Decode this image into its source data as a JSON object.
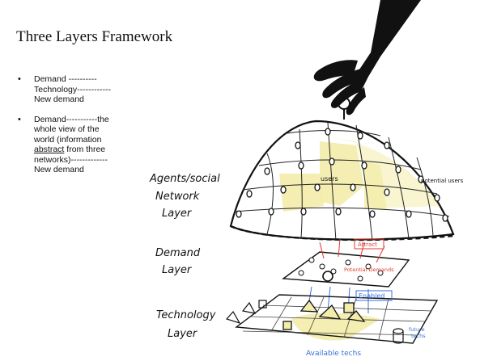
{
  "title": "Three Layers Framework",
  "bullets": [
    {
      "lines": [
        "Demand ----------",
        "Technology------------",
        "New demand"
      ]
    },
    {
      "lines_pre": [
        "Demand-----------the",
        "whole view of the",
        "world (information"
      ],
      "underlined": "abstract",
      "after_underline": " from three",
      "lines_post": [
        "networks)-------------",
        "New demand"
      ]
    }
  ],
  "diagram": {
    "layer_labels": {
      "agents": [
        "Agents/social",
        "Network",
        "Layer"
      ],
      "demand": [
        "Demand",
        "Layer"
      ],
      "technology": [
        "Technology",
        "Layer"
      ]
    },
    "annotations": {
      "users": "users",
      "potential_users": "potential users",
      "attract": "Attract",
      "potential_demands": "Potential Demands",
      "enabled": "Enabled",
      "future_techs": [
        "future",
        "techs"
      ],
      "available_techs": "Available techs"
    },
    "colors": {
      "ink": "#111111",
      "highlight": "#f3ecaa",
      "red": "#e23b2e",
      "blue": "#3a6fd8"
    }
  }
}
